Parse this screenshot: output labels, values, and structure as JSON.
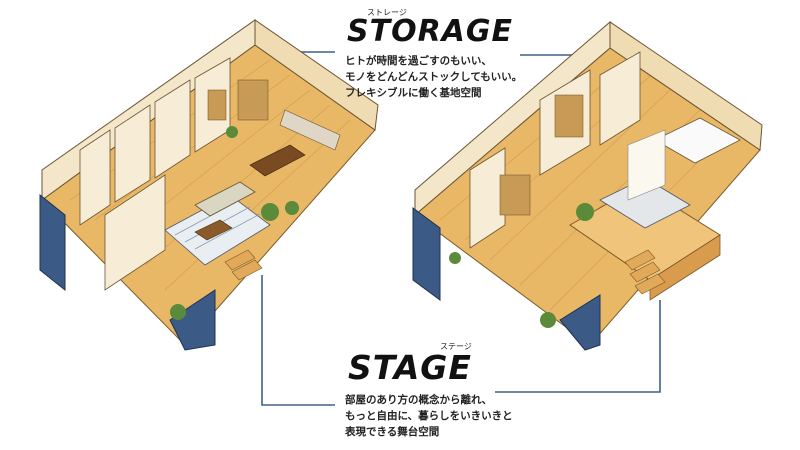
{
  "storage": {
    "title": "STORAGE",
    "ruby": "ストレージ",
    "lines": [
      "ヒトが時間を過ごすのもいい、",
      "モノをどんどんストックしてもいい。",
      "フレキシブルに働く基地空間"
    ]
  },
  "stage": {
    "title": "STAGE",
    "ruby": "ステージ",
    "lines": [
      "部屋のあり方の概念から離れ、",
      "もっと自由に、暮らしをいきいきと",
      "表現できる舞台空間"
    ]
  },
  "colors": {
    "line": "#3f5f8a",
    "wood_floor": "#e8b867",
    "wall_blue": "#3c5a86",
    "wall_cream": "#f4e6c8",
    "plant": "#5b8a3a"
  }
}
